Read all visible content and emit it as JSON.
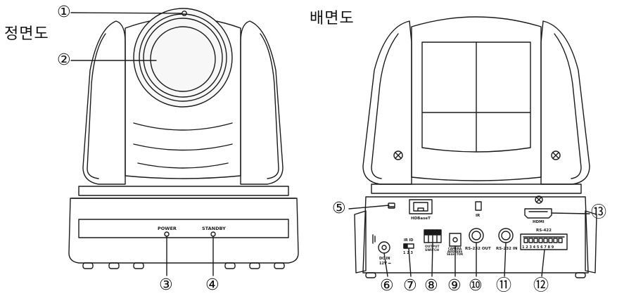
{
  "titles": {
    "front": "정면도",
    "back": "배면도"
  },
  "callouts": [
    "①",
    "②",
    "③",
    "④",
    "⑤",
    "⑥",
    "⑦",
    "⑧",
    "⑨",
    "⑩",
    "⑪",
    "⑫",
    "⑬"
  ],
  "front_panel": {
    "power": "POWER",
    "standby": "STANDBY"
  },
  "rear_panel": {
    "hdbaset": "HDBaseT",
    "ir": "IR",
    "hdmi": "HDMI",
    "rs422": "RS-422",
    "rs422_pins": "1 2 3 4 5 6 7 8 9",
    "dc_in": "DC IN",
    "dc_volt": "12V ⎓",
    "ir_id": "IR ID",
    "ir_id_pos": "1 2 3",
    "output_switch_1": "OUTPUT",
    "output_switch_2": "SWITCH",
    "camera_selector_1": "CAMERA",
    "camera_selector_2": "ADDRESS",
    "camera_selector_3": "SELECTOR",
    "rs232_out": "RS-232 OUT",
    "rs232_in": "RS-232 IN"
  },
  "colors": {
    "line": "#1a1a1a",
    "panel": "#ffffff",
    "lens": "#f7f7f7"
  }
}
